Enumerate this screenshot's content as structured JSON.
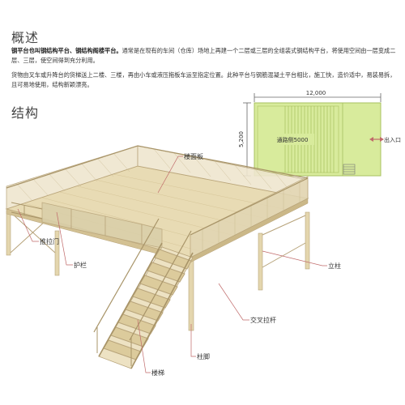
{
  "overview": {
    "title": "概述",
    "lead": "钢平台也叫钢结构平台、钢结构阁楼平台。",
    "p1": "通常是在现有的车间（仓库）场地上再建一个二层或三层的全组装式钢结构平台，将使用空间由一层变成二层、三层，使空间得到充分利用。",
    "p2": "货物由叉车或升降台的货梯送上二楼、三楼，再由小车或液压拖板车运至指定位置。此种平台与钢筋混凝土平台相比，施工快，造价适中，易装易拆，且可易地使用，结构新颖漂亮。"
  },
  "structure": {
    "title": "结构"
  },
  "plan": {
    "width": "12,000",
    "depth": "5,200",
    "area_label": "通路侧5000",
    "entrance": "出入口"
  },
  "labels": {
    "floor": "楼面板",
    "gate": "推拉门",
    "guardrail": "护栏",
    "column": "立柱",
    "brace": "交叉拉杆",
    "foot": "柱脚",
    "stairs": "楼梯"
  },
  "colors": {
    "plan_fill": "#d8eb9c",
    "plan_stroke": "#a8c060",
    "wood": "#e6d8b2",
    "wood_dark": "#c9b68a",
    "callout": "#c06a6a"
  }
}
